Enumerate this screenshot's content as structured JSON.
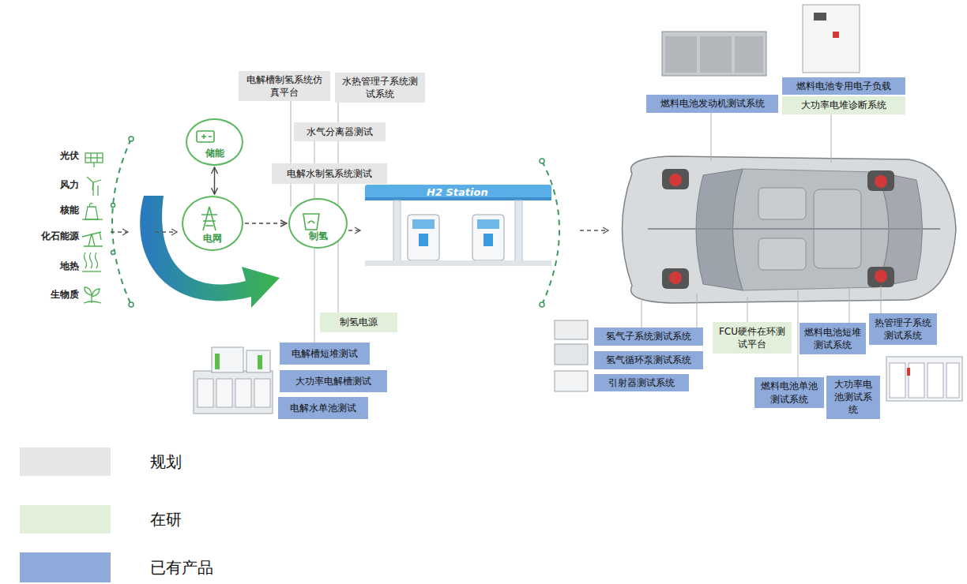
{
  "diagram": {
    "nodes": [
      {
        "text": [
          "储能"
        ]
      },
      {
        "text": [
          "电网"
        ]
      },
      {
        "text": [
          "制氢"
        ]
      },
      {
        "text": [
          "电解槽制氢系统仿真平台"
        ]
      },
      {
        "text": [
          "水热管理子系统测试系统"
        ]
      },
      {
        "text": [
          "水气分离器测试"
        ]
      },
      {
        "text": [
          "电解水制氢系统测试"
        ]
      },
      {
        "text": [
          "制氢电源"
        ]
      },
      {
        "text": [
          "电解槽短堆测试"
        ]
      },
      {
        "text": [
          "大功率电解槽测试"
        ]
      },
      {
        "text": [
          "电解水单池测试"
        ]
      },
      {
        "text": [
          "燃料电池发动机测试系统"
        ]
      },
      {
        "text": [
          "燃料电池专用电子负载"
        ]
      },
      {
        "text": [
          "大功率电堆诊断系统"
        ]
      },
      {
        "text": [
          "氢气子系统测试系统"
        ]
      },
      {
        "text": [
          "氢气循环泵测试系统"
        ]
      },
      {
        "text": [
          "引射器测试系统"
        ]
      },
      {
        "text": [
          "FCU硬件在环测试平台"
        ]
      },
      {
        "text": [
          "燃料电池短堆测试系统"
        ]
      },
      {
        "text": [
          "热管理子系统测试系统"
        ]
      },
      {
        "text": [
          "燃料电池单池测试系统"
        ]
      },
      {
        "text": [
          "大功率电池测试系统"
        ]
      }
    ],
    "edges": [
      {
        "from": 0,
        "to": 1,
        "arrow": "both"
      },
      {
        "from": 1,
        "to": 2,
        "arrow": "to"
      }
    ],
    "labels": [
      "光伏",
      "风力",
      "核能",
      "化石能源",
      "地热",
      "生物质",
      "H2 Station"
    ],
    "legend": [
      {
        "text": "规划",
        "color": "#e6e6e6"
      },
      {
        "text": "在研",
        "color": "#e2efda"
      },
      {
        "text": "已有产品",
        "color": "#8eaadb"
      }
    ]
  }
}
